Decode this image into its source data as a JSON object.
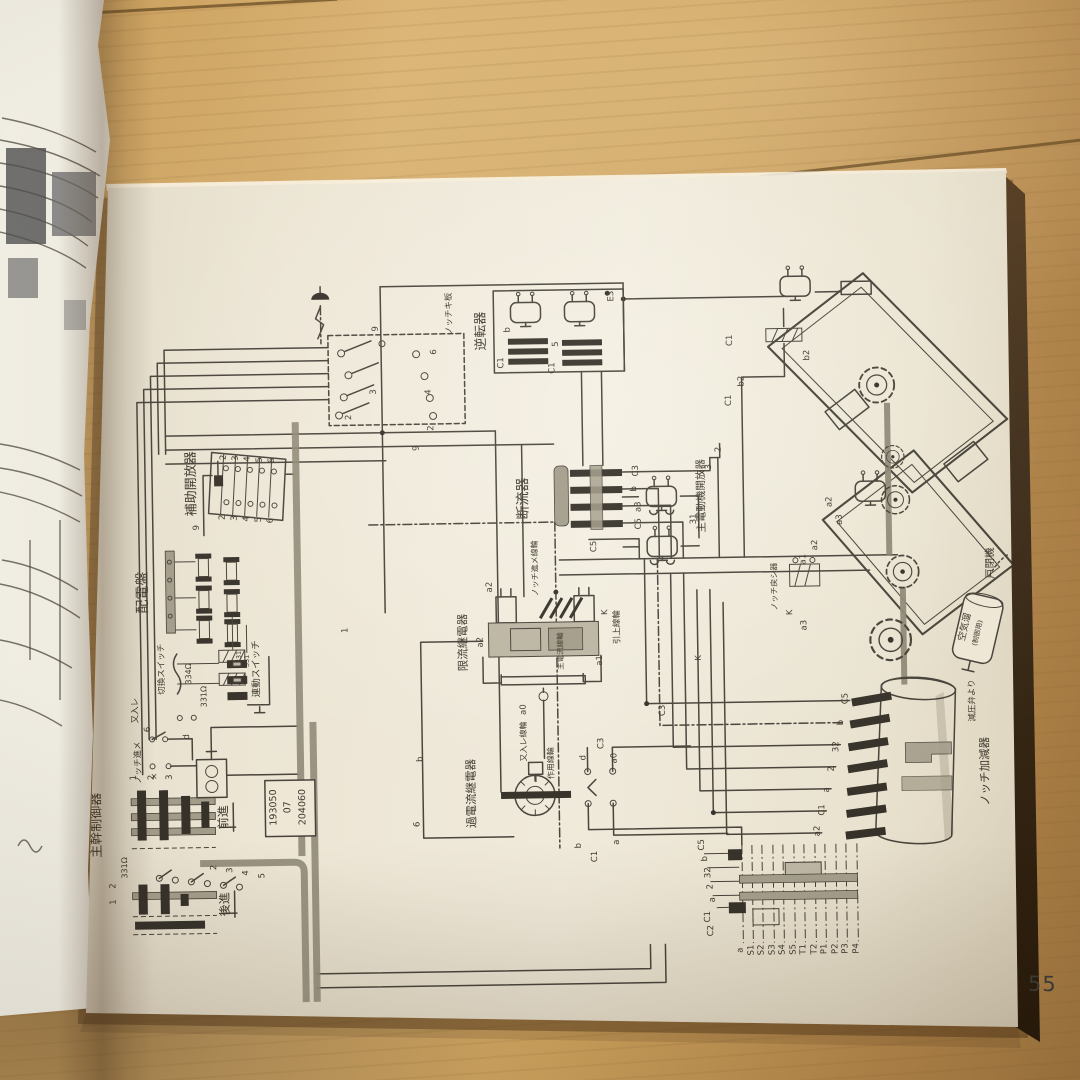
{
  "page": {
    "number": "55"
  },
  "diagram": {
    "labels": {
      "hojokaihoki": "補助開放器",
      "haidenban": "配電盤",
      "gyakutenki": "逆転器",
      "danryuki": "断流器",
      "shudendoki": "主電動機開放器",
      "notchkiban": "ノッチキ板",
      "kirikae": "切換スイッチ",
      "rendo": "連動スイッチ",
      "shukan": "主幹制御器",
      "zenshin": "前進",
      "koshin": "後進",
      "genryu": "限流継電器",
      "kaden": "過電流継電器",
      "notchsusume_coil": "ノッチ進メ線輪",
      "hikiage_coil": "引上線輪",
      "shudenryu_coil": "主電流線輪",
      "mataire_coil": "又入レ線輪",
      "sayo_coil": "作用線輪",
      "notchmodoshi": "ノッチ戻シ器",
      "notchkagen": "ノッチ加減器",
      "genatsu": "減圧弁より",
      "kukidame": "空気溜",
      "kukidame2": "(制御用)",
      "toheiki": "戸閉機",
      "mataire": "又入レ",
      "notchsusume": "ノッチ進メ",
      "num1": "193050",
      "num2": "07",
      "num3": "204060",
      "ohm334": "334Ω",
      "ohm331": "331Ω",
      "ohm331s": "331Ω",
      "r331a": "331",
      "r331b": "331"
    },
    "t": {
      "c1": "C1",
      "c2": "C2",
      "c3": "C3",
      "c5": "C5",
      "a": "a",
      "a0": "a0",
      "a1": "a1",
      "a2": "a2",
      "a3": "a3",
      "b": "b",
      "b2": "b2",
      "d": "d",
      "k": "K",
      "e3": "E3",
      "x": "×",
      "n1": "1",
      "n2": "2",
      "n3": "3",
      "n4": "4",
      "n5": "5",
      "n6": "6",
      "n9": "9",
      "n31": "31",
      "n32": "32",
      "s1": "S1",
      "s2": "S2",
      "s3": "S3",
      "s4": "S4",
      "s5": "S5",
      "t1": "T1",
      "t2": "T2",
      "p1": "P1",
      "p2": "P2",
      "p3": "P3",
      "p4": "P4"
    }
  }
}
